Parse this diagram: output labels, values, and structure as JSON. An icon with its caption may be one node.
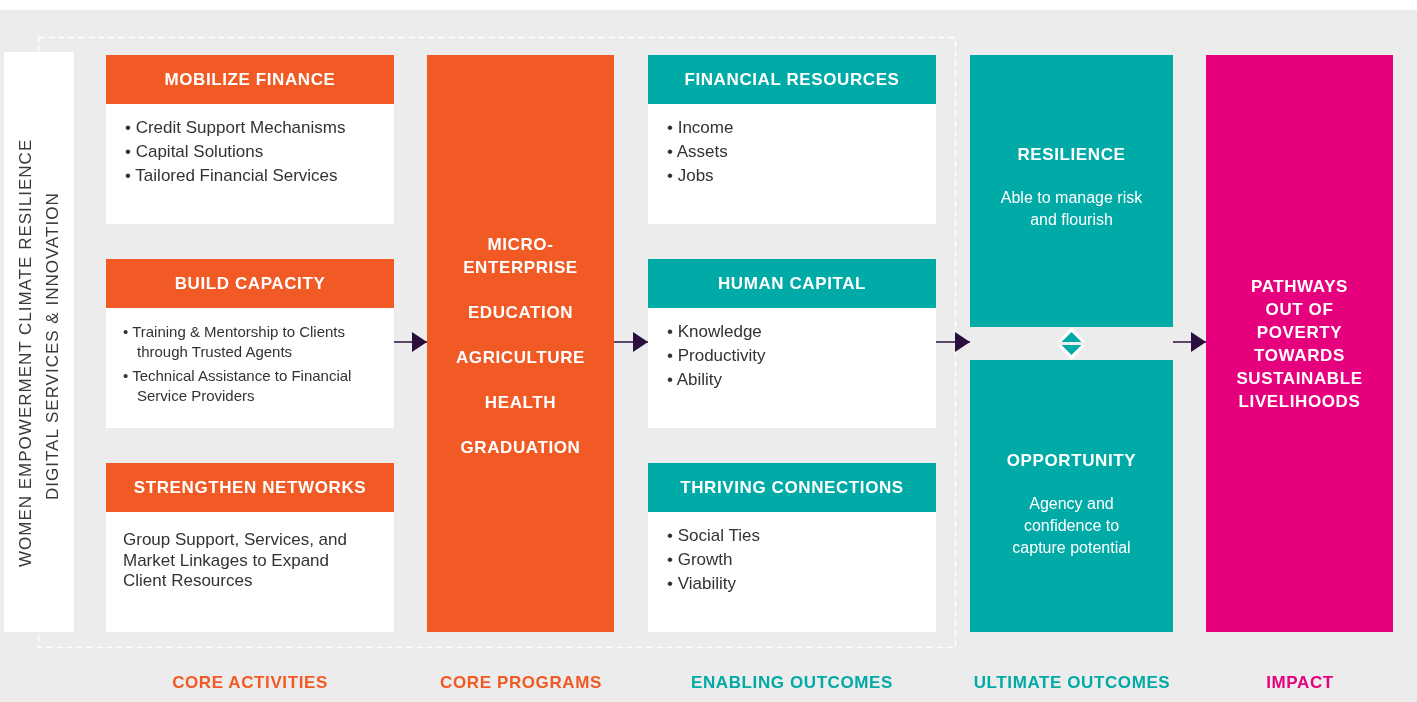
{
  "diagram": {
    "nodes": [
      {
        "text": [
          "WOMEN EMPOWERMENT",
          "CLIMATE RESILIENCE",
          "DIGITAL SERVICES & INNOVATION"
        ]
      },
      {
        "text": [
          "MOBILIZE FINANCE",
          "• Credit Support Mechanisms",
          "• Capital Solutions",
          "• Tailored Financial Services"
        ]
      },
      {
        "text": [
          "BUILD CAPACITY",
          "• Training & Mentorship to Clients through Trusted Agents",
          "• Technical Assistance to Financial Service Providers"
        ]
      },
      {
        "text": [
          "STRENGTHEN NETWORKS",
          "Group Support, Services, and Market Linkages to Expand Client Resources"
        ]
      },
      {
        "text": [
          "MICRO-ENTERPRISE",
          "EDUCATION",
          "AGRICULTURE",
          "HEALTH",
          "GRADUATION"
        ]
      },
      {
        "text": [
          "FINANCIAL RESOURCES",
          "• Income",
          "• Assets",
          "• Jobs"
        ]
      },
      {
        "text": [
          "HUMAN CAPITAL",
          "• Knowledge",
          "• Productivity",
          "• Ability"
        ]
      },
      {
        "text": [
          "THRIVING CONNECTIONS",
          "• Social Ties",
          "• Growth",
          "• Viability"
        ]
      },
      {
        "text": [
          "RESILIENCE",
          "Able to manage risk and flourish"
        ]
      },
      {
        "text": [
          "OPPORTUNITY",
          "Agency and confidence to capture potential"
        ]
      },
      {
        "text": [
          "PATHWAYS OUT OF POVERTY TOWARDS SUSTAINABLE LIVELIHOODS"
        ]
      }
    ],
    "edges": [
      {
        "from": 2,
        "to": 4,
        "arrow": "to"
      },
      {
        "from": 4,
        "to": 6,
        "arrow": "to"
      },
      {
        "from": 6,
        "to": 8,
        "arrow": "to"
      },
      {
        "from": 8,
        "to": 10,
        "arrow": "to"
      },
      {
        "from": 8,
        "to": 9,
        "arrow": "both",
        "color": "#ffffff"
      }
    ],
    "labels": [
      "CORE ACTIVITIES",
      "CORE PROGRAMS",
      "ENABLING OUTCOMES",
      "ULTIMATE OUTCOMES",
      "IMPACT"
    ]
  }
}
